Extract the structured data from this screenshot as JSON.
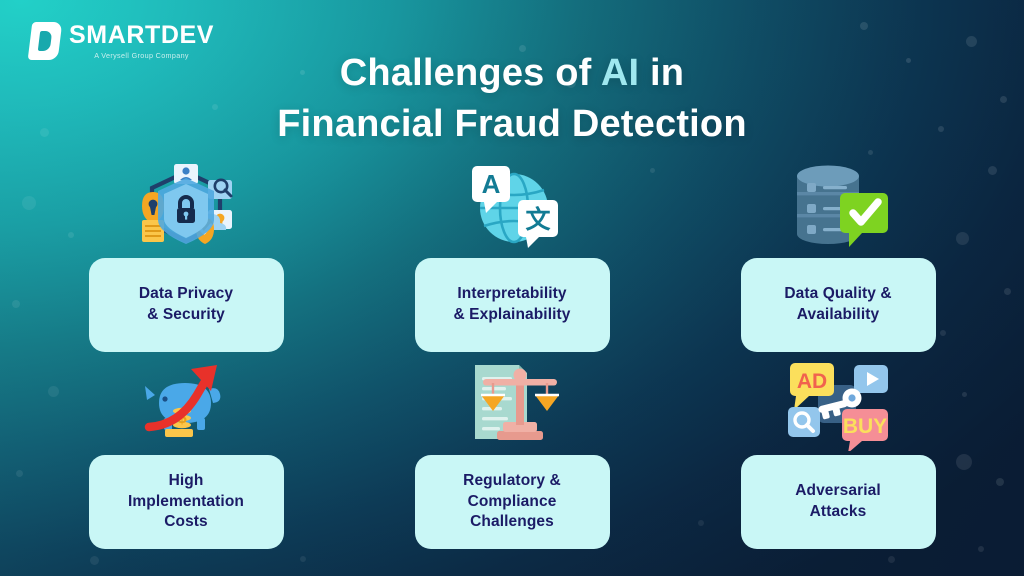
{
  "brand": {
    "name": "SMARTDEV",
    "tagline": "A Verysell Group Company",
    "mark_icon": "smartdev-d-logomark"
  },
  "title": {
    "line1_before": "Challenges of ",
    "line1_accent": "AI",
    "line1_after": " in",
    "line2": "Financial Fraud Detection",
    "full": "Challenges of AI in Financial Fraud Detection",
    "accent_color": "#9fe8ef",
    "text_color": "#ffffff"
  },
  "theme": {
    "bg_start": "#21d0c8",
    "bg_end": "#0b1f36",
    "card_bg": "#c9f7f6",
    "card_text": "#1b1b66"
  },
  "cards": [
    {
      "id": "data-privacy-security",
      "label": "Data Privacy\n& Security",
      "icon": "shield-lock-network-icon"
    },
    {
      "id": "interpretability-explainability",
      "label": "Interpretability\n& Explainability",
      "icon": "globe-translate-icon"
    },
    {
      "id": "data-quality-availability",
      "label": "Data Quality &\nAvailability",
      "icon": "database-check-icon"
    },
    {
      "id": "high-implementation-costs",
      "label": "High\nImplementation\nCosts",
      "icon": "piggy-bank-rising-arrow-icon"
    },
    {
      "id": "regulatory-compliance-challenges",
      "label": "Regulatory &\nCompliance\nChallenges",
      "icon": "document-scales-justice-icon"
    },
    {
      "id": "adversarial-attacks",
      "label": "Adversarial\nAttacks",
      "icon": "ad-buy-key-attack-icon"
    }
  ]
}
